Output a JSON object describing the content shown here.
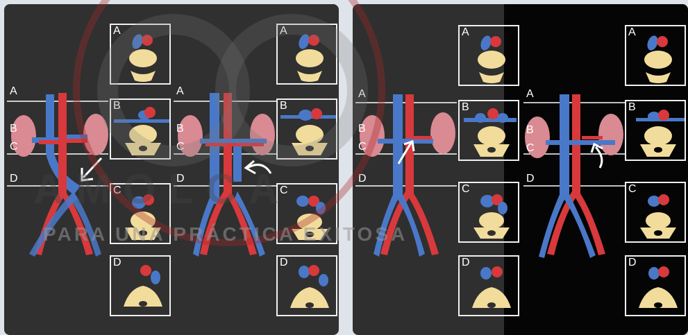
{
  "levels": [
    "A",
    "B",
    "C",
    "D"
  ],
  "section_labels": [
    "A",
    "B",
    "C",
    "D"
  ],
  "watermark": {
    "brand": "AMOLCA",
    "slogan": "PARA UNA PRÁCTICA EXITOSA"
  },
  "colors": {
    "vein": "#4a78c8",
    "artery": "#d8393c",
    "kidney": "#d98a92",
    "vertebra": "#f2dc9c",
    "panel_bg": "#303030",
    "panel_dark": "#050505",
    "box_border": "#f0f0f0"
  }
}
